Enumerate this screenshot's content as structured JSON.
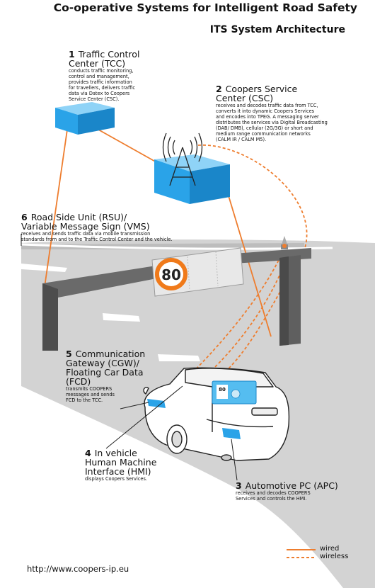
{
  "header": {
    "title": "Co-operative Systems for Intelligent Road Safety",
    "subtitle": "ITS System Architecture"
  },
  "components": [
    {
      "num": "1",
      "title_lines": [
        "Traffic Control",
        "Center (TCC)"
      ],
      "desc_lines": [
        "conducts traffic monitoring,",
        "control and management,",
        "provides traffic information",
        "for travellers, delivers traffic",
        "data via Datex to Coopers",
        "Service Center (CSC)."
      ]
    },
    {
      "num": "2",
      "title_lines": [
        "Coopers Service",
        "Center (CSC)"
      ],
      "desc_lines": [
        "receives and decodes traffic data from TCC,",
        "converts it into dynamic Coopers Services",
        "and encodes into TPEG. A messaging server",
        "distributes the services via Digital Broadcasting",
        "(DAB/ DMB), cellular (2G/3G) or short and",
        "medium range communication networks",
        "(CALM IR / CALM M5)."
      ]
    },
    {
      "num": "6",
      "title_lines": [
        "Road Side Unit (RSU)/",
        "Variable Message Sign (VMS)"
      ],
      "desc_lines": [
        "receives and sends traffic data via mobile transmission",
        "standards from and to the Traffic Control Center and the vehicle."
      ]
    },
    {
      "num": "5",
      "title_lines": [
        "Communication",
        "Gateway (CGW)/",
        "Floating Car Data",
        "(FCD)"
      ],
      "desc_lines": [
        "transmits COOPERS",
        "messages and sends",
        "FCD to the TCC."
      ]
    },
    {
      "num": "4",
      "title_lines": [
        "In vehicle",
        "Human Machine",
        "Interface (HMI)"
      ],
      "desc_lines": [
        "displays Coopers Services."
      ]
    },
    {
      "num": "3",
      "title_lines": [
        "Automotive PC (APC)"
      ],
      "desc_lines": [
        "receives and decodes COOPERS",
        "Services and controls the HMI."
      ]
    }
  ],
  "sign": {
    "speed": "80"
  },
  "hmi_screen": {
    "speed": "80"
  },
  "legend": {
    "wired": "wired",
    "wireless": "wireless"
  },
  "footer": {
    "url": "http://www.coopers-ip.eu"
  },
  "colors": {
    "link": "#ee7d2e",
    "box": "#2aa3e8",
    "road": "#d2d2d2",
    "gantry": "#5f5f5f",
    "sign_ring": "#f07a1a"
  }
}
